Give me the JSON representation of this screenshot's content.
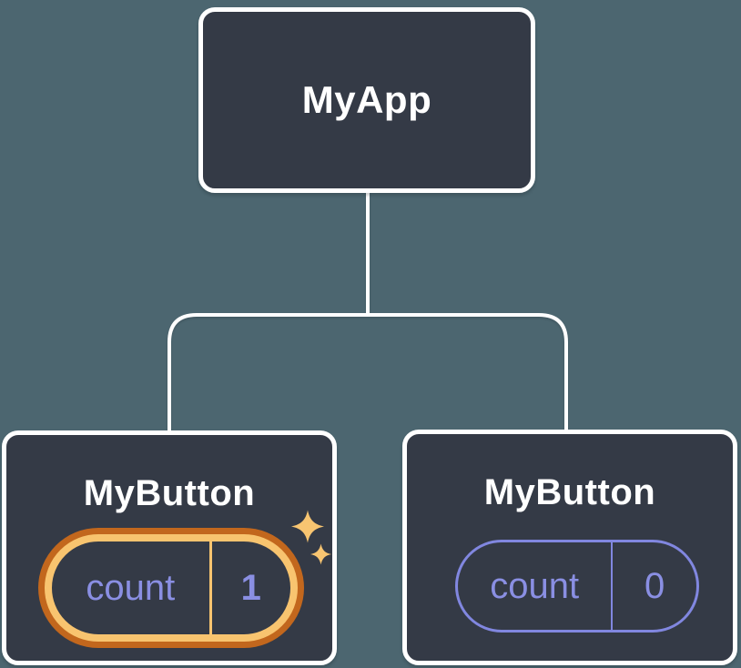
{
  "colors": {
    "background": "#4C6670",
    "node_fill": "#343A46",
    "node_border": "#FFFFFF",
    "connector": "#FFFFFF",
    "text_primary": "#FFFFFF",
    "state_text": "#8A8FE3",
    "state_border": "#8187E0",
    "highlight_outer": "#C2671D",
    "highlight_inner": "#F8C46F",
    "sparkle": "#F8C571"
  },
  "tree": {
    "root": {
      "label": "MyApp"
    },
    "children": [
      {
        "label": "MyButton",
        "state": {
          "key": "count",
          "value": "1"
        },
        "highlighted": true
      },
      {
        "label": "MyButton",
        "state": {
          "key": "count",
          "value": "0"
        },
        "highlighted": false
      }
    ]
  },
  "icons": {
    "sparkle_big": "sparkle-icon",
    "sparkle_small": "sparkle-icon"
  }
}
